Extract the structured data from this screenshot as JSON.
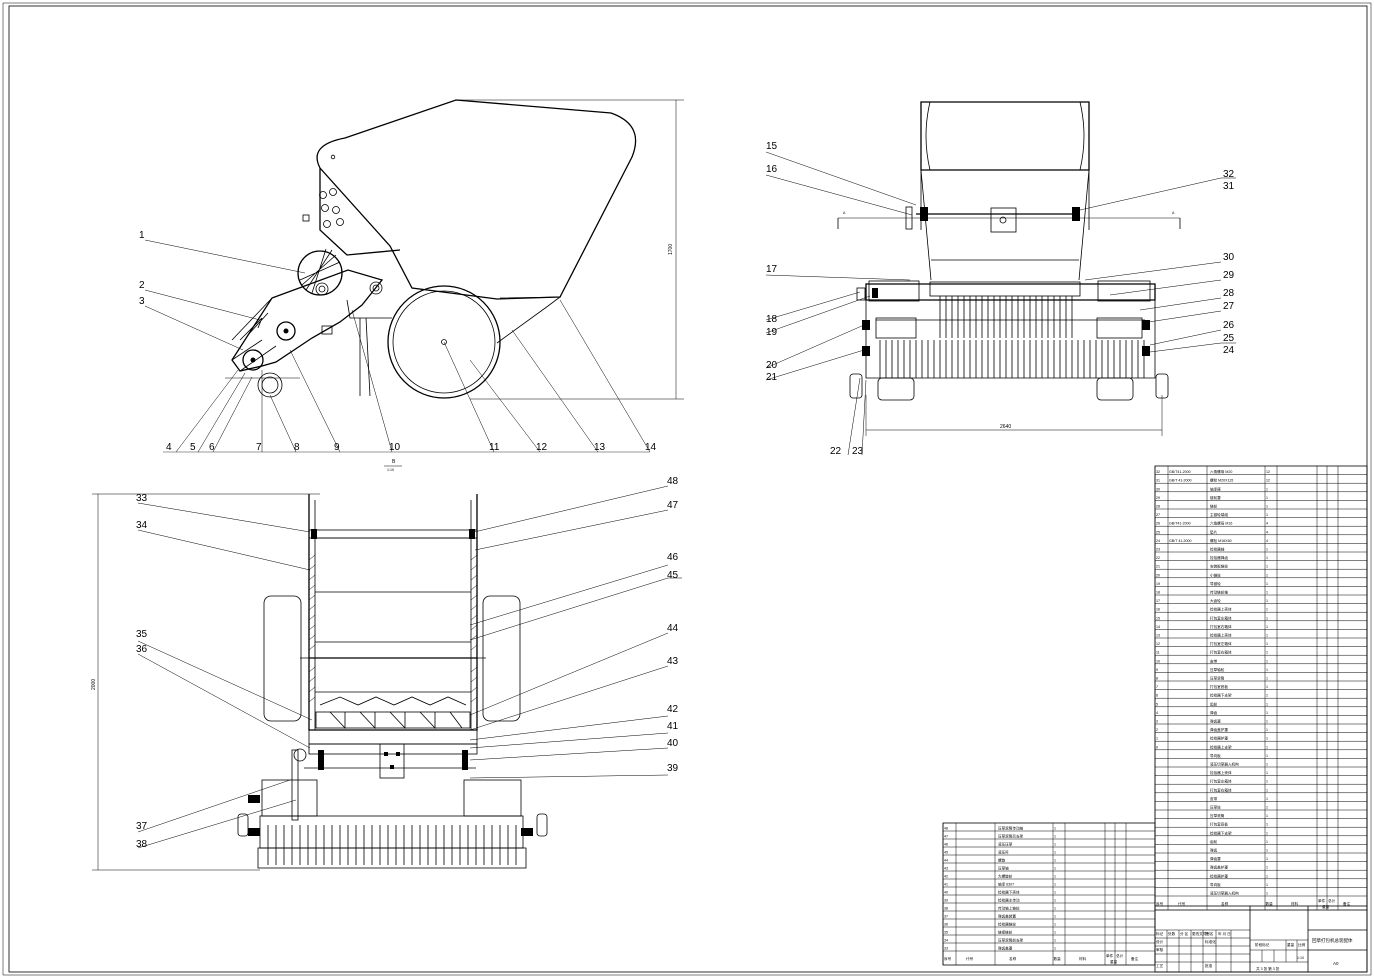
{
  "drawing": {
    "title": "回草打包机总装配体",
    "scale": "1:10",
    "size_code": "A0",
    "sheet_info": "共  3  张 第  3  张"
  },
  "views": {
    "side": {
      "part_numbers": [
        "1",
        "2",
        "3",
        "4",
        "5",
        "6",
        "7",
        "8",
        "9",
        "10",
        "11",
        "12",
        "13",
        "14"
      ],
      "section_mark": "B",
      "section_scale": "1:10",
      "height_dim": "1700"
    },
    "front": {
      "part_numbers": [
        "15",
        "16",
        "17",
        "18",
        "19",
        "20",
        "21",
        "22",
        "23",
        "24",
        "25",
        "26",
        "27",
        "28",
        "29",
        "30",
        "31",
        "32"
      ],
      "width_dim": "2640",
      "section_left": "A",
      "section_right": "A"
    },
    "top": {
      "part_numbers": [
        "33",
        "34",
        "35",
        "36",
        "37",
        "38",
        "39",
        "40",
        "41",
        "42",
        "43",
        "44",
        "45",
        "46",
        "47",
        "48"
      ],
      "length_dim": "2000"
    }
  },
  "bom_upper": {
    "rows": [
      {
        "no": "32",
        "code": "GB/T41-2000",
        "name": "六角螺母 M20",
        "qty": "12"
      },
      {
        "no": "31",
        "code": "GB/T 41-2000",
        "name": "螺栓 M20X115",
        "qty": "12"
      },
      {
        "no": "30",
        "code": "",
        "name": "轴承座",
        "qty": "1"
      },
      {
        "no": "29",
        "code": "",
        "name": "链轮罩",
        "qty": "1"
      },
      {
        "no": "28",
        "code": "",
        "name": "链轮",
        "qty": "1"
      },
      {
        "no": "27",
        "code": "",
        "name": "主链轮端组",
        "qty": "1"
      },
      {
        "no": "26",
        "code": "GB/T41-2000",
        "name": "六角螺母 M16",
        "qty": "4"
      },
      {
        "no": "25",
        "code": "",
        "name": "垫片",
        "qty": "4"
      },
      {
        "no": "24",
        "code": "GB/T 41-2000",
        "name": "螺栓 M16X60",
        "qty": "4"
      },
      {
        "no": "23",
        "code": "",
        "name": "捡拾器轴",
        "qty": "1"
      },
      {
        "no": "22",
        "code": "",
        "name": "捡拾器弹齿",
        "qty": "1"
      },
      {
        "no": "21",
        "code": "",
        "name": "安装板链轮",
        "qty": "1"
      },
      {
        "no": "20",
        "code": "",
        "name": "小链轮",
        "qty": "1"
      },
      {
        "no": "19",
        "code": "",
        "name": "导链轮",
        "qty": "1"
      },
      {
        "no": "18",
        "code": "",
        "name": "传动链轮轴",
        "qty": "1"
      },
      {
        "no": "17",
        "code": "",
        "name": "大齿轮",
        "qty": "1"
      },
      {
        "no": "16",
        "code": "",
        "name": "捡拾器上壳体",
        "qty": "1"
      },
      {
        "no": "15",
        "code": "",
        "name": "打包室左箱体",
        "qty": "1"
      },
      {
        "no": "14",
        "code": "",
        "name": "打包室右箱体",
        "qty": "1"
      },
      {
        "no": "13",
        "code": "",
        "name": "捡拾器上壳体",
        "qty": "1"
      },
      {
        "no": "12",
        "code": "",
        "name": "打包室左箱体",
        "qty": "1"
      },
      {
        "no": "11",
        "code": "",
        "name": "打包室右箱体",
        "qty": "1"
      },
      {
        "no": "10",
        "code": "",
        "name": "皮带",
        "qty": "1"
      },
      {
        "no": "9",
        "code": "",
        "name": "压草轴轮",
        "qty": "1"
      },
      {
        "no": "8",
        "code": "",
        "name": "压草滚筒",
        "qty": "1"
      },
      {
        "no": "7",
        "code": "",
        "name": "打包室底板",
        "qty": "1"
      },
      {
        "no": "6",
        "code": "",
        "name": "捡拾器下支架",
        "qty": "1"
      },
      {
        "no": "5",
        "code": "",
        "name": "齿轮",
        "qty": "1"
      },
      {
        "no": "4",
        "code": "",
        "name": "弹齿",
        "qty": "1"
      },
      {
        "no": "3",
        "code": "",
        "name": "弹齿罩",
        "qty": "1"
      },
      {
        "no": "2",
        "code": "",
        "name": "弹齿盖护罩",
        "qty": "1"
      },
      {
        "no": "1",
        "code": "",
        "name": "捡拾器护罩",
        "qty": "1"
      },
      {
        "no": "0",
        "code": "",
        "name": "捡拾器上支架",
        "qty": "1"
      },
      {
        "no": "",
        "code": "",
        "name": "导向板",
        "qty": "1"
      },
      {
        "no": "",
        "code": "",
        "name": "液压切草器入机构",
        "qty": "1"
      },
      {
        "no": "",
        "code": "",
        "name": "捡拾器上壳体",
        "qty": "1"
      },
      {
        "no": "",
        "code": "",
        "name": "打包室左箱体",
        "qty": "1"
      },
      {
        "no": "",
        "code": "",
        "name": "打包室右箱体",
        "qty": "1"
      },
      {
        "no": "",
        "code": "",
        "name": "皮带",
        "qty": "1"
      },
      {
        "no": "",
        "code": "",
        "name": "压草轮",
        "qty": "1"
      },
      {
        "no": "",
        "code": "",
        "name": "压草滚筒",
        "qty": "1"
      },
      {
        "no": "",
        "code": "",
        "name": "打包室底板",
        "qty": "1"
      },
      {
        "no": "",
        "code": "",
        "name": "捡拾器下支架",
        "qty": "1"
      },
      {
        "no": "",
        "code": "",
        "name": "齿轮",
        "qty": "1"
      },
      {
        "no": "",
        "code": "",
        "name": "弹齿",
        "qty": "1"
      },
      {
        "no": "",
        "code": "",
        "name": "弹齿罩",
        "qty": "1"
      },
      {
        "no": "",
        "code": "",
        "name": "弹齿盖护罩",
        "qty": "1"
      },
      {
        "no": "",
        "code": "",
        "name": "捡拾器护罩",
        "qty": "1"
      },
      {
        "no": "",
        "code": "",
        "name": "导向板",
        "qty": "1"
      },
      {
        "no": "",
        "code": "",
        "name": "液压切草器入机构",
        "qty": "1"
      }
    ],
    "header": {
      "no": "序号",
      "code": "代号",
      "name": "名称",
      "qty": "数量",
      "material": "材料",
      "unit": "单件",
      "total": "总计",
      "weight": "重量",
      "remark": "备注"
    }
  },
  "bom_lower": {
    "rows": [
      {
        "no": "48",
        "name": "压草滚筒传动轴",
        "qty": "1"
      },
      {
        "no": "47",
        "name": "压草滚筒后支架",
        "qty": "1"
      },
      {
        "no": "46",
        "name": "液压压草",
        "qty": "1"
      },
      {
        "no": "45",
        "name": "液压杆",
        "qty": "1"
      },
      {
        "no": "44",
        "name": "螺旋",
        "qty": "1"
      },
      {
        "no": "43",
        "name": "压草轴",
        "qty": "1"
      },
      {
        "no": "42",
        "name": "大螺旋轮",
        "qty": "1"
      },
      {
        "no": "41",
        "name": "轴承 6307",
        "qty": "1"
      },
      {
        "no": "40",
        "name": "捡拾器下壳体",
        "qty": "1"
      },
      {
        "no": "39",
        "name": "捡拾器主传动",
        "qty": "1"
      },
      {
        "no": "38",
        "name": "传动轴上链轮",
        "qty": "1"
      },
      {
        "no": "37",
        "name": "弹齿盖装置",
        "qty": "1"
      },
      {
        "no": "36",
        "name": "捡拾器链轮",
        "qty": "1"
      },
      {
        "no": "35",
        "name": "链接链轮",
        "qty": "1"
      },
      {
        "no": "34",
        "name": "压草滚筒前支架",
        "qty": "1"
      },
      {
        "no": "33",
        "name": "弹齿盖罩",
        "qty": "1"
      }
    ],
    "header": {
      "no": "序号",
      "code": "代号",
      "name": "名称",
      "qty": "数量",
      "material": "材料",
      "unit": "单件",
      "total": "总计",
      "weight": "重量",
      "remark": "备注"
    }
  },
  "title_block": {
    "r1": [
      "标记",
      "处数",
      "分 区",
      "更改文件号",
      "签 名",
      "年 月 日"
    ],
    "r2": [
      "设计",
      "",
      "标准化"
    ],
    "r3": [
      "审核"
    ],
    "r4": [
      "工艺",
      "",
      "批准"
    ],
    "stage": "阶段标记",
    "weight": "重量",
    "ratio": "比例"
  }
}
